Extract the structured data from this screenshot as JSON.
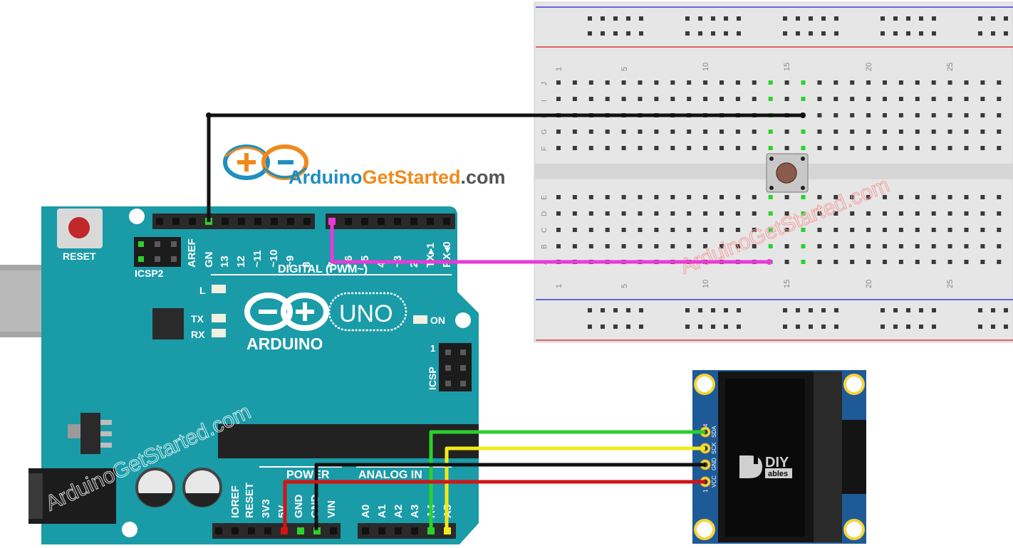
{
  "brand": {
    "prefix": "Arduino",
    "middle": "GetStarted",
    "suffix": ".com",
    "watermark": "ArduinoGetStarted.com",
    "colors": {
      "arduino": "#1f8fbf",
      "getstarted": "#f08a1c",
      "com": "#555555"
    }
  },
  "arduino": {
    "board_name": "ARDUINO",
    "model": "UNO",
    "reset_label": "RESET",
    "icsp2_label": "ICSP2",
    "icsp_label": "ICSP",
    "icsp_pin1": "1",
    "led_l": "L",
    "led_tx": "TX",
    "led_rx": "RX",
    "on_label": "ON",
    "digital_header": "DIGITAL (PWM~)",
    "power_header": "POWER",
    "analog_header": "ANALOG IN",
    "digital_pins_left": [
      "AREF",
      "GN",
      "13",
      "12",
      "~11",
      "~10",
      "~9",
      "8"
    ],
    "digital_pins_right": [
      "7",
      "~6",
      "~5",
      "4",
      "~3",
      "2",
      "TX▸1",
      "RX◂0"
    ],
    "power_pins": [
      "IOREF",
      "RESET",
      "3V3",
      "5V",
      "GND",
      "GND",
      "VIN"
    ],
    "analog_pins": [
      "A0",
      "A1",
      "A2",
      "A3",
      "A4",
      "A5"
    ],
    "board_color": "#1a9ba8"
  },
  "breadboard": {
    "column_numbers": [
      "1",
      "5",
      "10",
      "15",
      "20",
      "25"
    ],
    "row_letters_top": [
      "J",
      "I",
      "H",
      "G",
      "F"
    ],
    "row_letters_bottom": [
      "E",
      "D",
      "C",
      "B",
      "A"
    ]
  },
  "oled": {
    "pin_labels": [
      "SDA",
      "SCK",
      "GND",
      "VCC"
    ],
    "pin_numbers": [
      "4",
      "1"
    ],
    "logo_main": "DIY",
    "logo_sub": "ables",
    "pcb_color": "#1e5a96"
  },
  "wires": {
    "black": "#111111",
    "magenta": "#e83ad8",
    "green": "#2bd12b",
    "yellow": "#f2ea1a",
    "red": "#d21414"
  }
}
